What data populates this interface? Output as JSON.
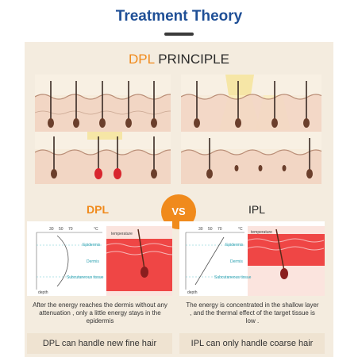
{
  "header": {
    "title": "Treatment Theory"
  },
  "principle": {
    "accent": "DPL",
    "rest": "PRINCIPLE"
  },
  "compare": {
    "left": "DPL",
    "vs": "VS",
    "right": "IPL"
  },
  "left_diagram": {
    "scale": [
      "30",
      "50",
      "70",
      "°C"
    ],
    "temperature": "temperature",
    "epidermis": "Epidermis",
    "dermis": "Dermis",
    "subcutaneous": "Subcutaneous tissue",
    "depth": "depth",
    "description": "After the energy reaches the dermis without any attenuation , only a little energy stays in the epidermis",
    "footer": "DPL can handle new fine hair"
  },
  "right_diagram": {
    "scale": [
      "30",
      "50",
      "70",
      "°C"
    ],
    "temperature": "temperature",
    "epidermis": "Epidermis",
    "dermis": "Dermis",
    "subcutaneous": "Subcutaneous tissue",
    "depth": "depth",
    "description": "The energy is concentrated in the shallow layer , and the thermal effect of the target tissue is low .",
    "footer": "IPL can only handle coarse hair"
  },
  "colors": {
    "title": "#1f4f96",
    "accent": "#f08a1c",
    "panel": "#f4ecdf",
    "laser": "#e5242a",
    "light": "#f6e6a6"
  }
}
